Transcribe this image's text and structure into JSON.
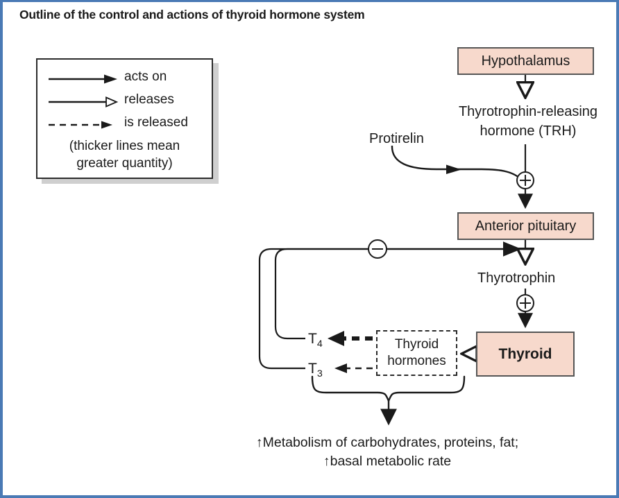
{
  "figure": {
    "title": "Outline of the control and actions of thyroid hormone system",
    "border_color": "#4a7ab5",
    "box_fill": "#f7d9cc",
    "box_border": "#555555",
    "line_color": "#1a1a1a"
  },
  "legend": {
    "items": [
      {
        "label": "acts on",
        "style": "solid-filled-arrow"
      },
      {
        "label": "releases",
        "style": "solid-hollow-arrow"
      },
      {
        "label": "is released",
        "style": "dashed-filled-arrow"
      }
    ],
    "note_line1": "(thicker lines mean",
    "note_line2": "greater quantity)"
  },
  "nodes": {
    "hypothalamus": "Hypothalamus",
    "anterior_pituitary": "Anterior pituitary",
    "thyroid": "Thyroid",
    "thyroid_hormones_line1": "Thyroid",
    "thyroid_hormones_line2": "hormones"
  },
  "labels": {
    "trh": "Thyrotrophin-releasing hormone (TRH)",
    "protirelin": "Protirelin",
    "thyrotrophin": "Thyrotrophin",
    "t4": "T4",
    "t4_base": "T",
    "t4_sub": "4",
    "t3": "T3",
    "t3_base": "T",
    "t3_sub": "3",
    "outcome_line1": "↑Metabolism of carbohydrates,",
    "outcome_line2": "proteins, fat; ↑basal metabolic rate"
  },
  "signs": {
    "plus_trh": "+",
    "plus_thyrotrophin": "+",
    "minus_feedback": "−"
  }
}
